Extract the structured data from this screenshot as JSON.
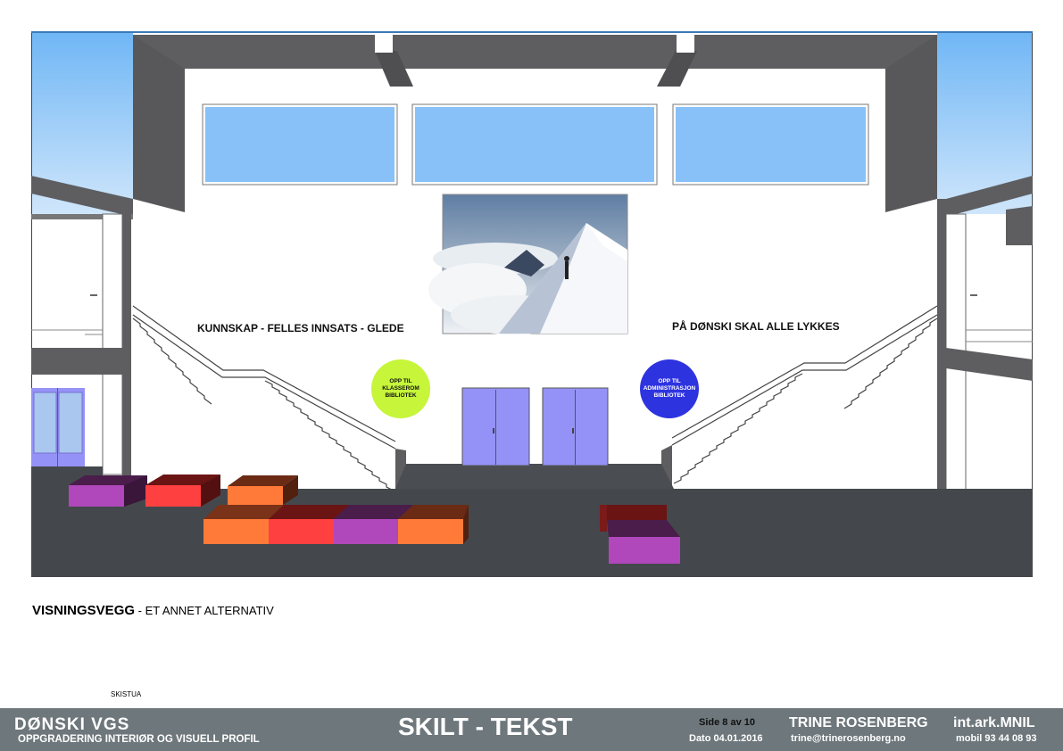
{
  "wall": {
    "slogan_left": "KUNNSKAP - FELLES INNSATS - GLEDE",
    "slogan_right": "PÅ DØNSKI SKAL ALLE LYKKES",
    "sign_left": {
      "line1": "OPP TIL",
      "line2": "KLASSEROM",
      "line3": "BIBLIOTEK",
      "color": "#c6f53a"
    },
    "sign_right": {
      "line1": "OPP TIL",
      "line2": "ADMINISTRASJON",
      "line3": "BIBLIOTEK",
      "color": "#2e33e0"
    }
  },
  "caption": {
    "title": "VISNINGSVEGG",
    "subtitle": " - ET ANNET ALTERNATIV"
  },
  "note": "SKISTUA",
  "footer": {
    "school": "DØNSKI   VGS",
    "project": "OPPGRADERING INTERIØR OG VISUELL PROFIL",
    "sheet_title": "SKILT - TEKST",
    "page": "Side 8 av 10",
    "date": "Dato 04.01.2016",
    "designer": "TRINE ROSENBERG",
    "designer_title": "int.ark.MNIL",
    "email": "trine@trinerosenberg.no",
    "phone": "mobil  93 44 08 93"
  },
  "colors": {
    "sky": "#87c1f7",
    "structure": "#5e5e61",
    "floor": "#44484c",
    "door": "#9592f7",
    "footer_bg": "#6e777b"
  }
}
